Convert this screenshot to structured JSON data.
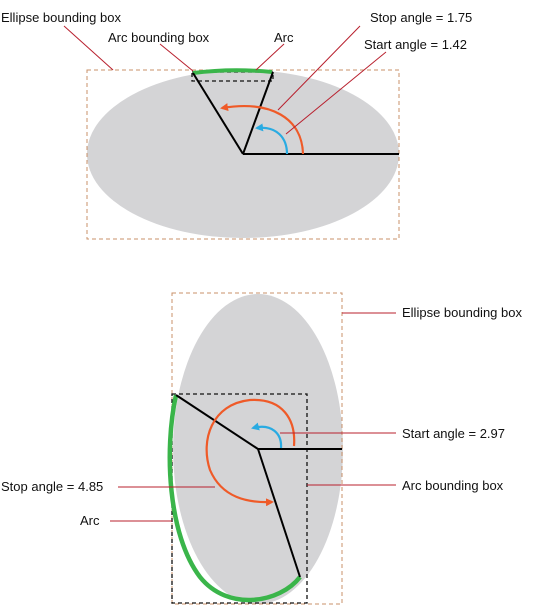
{
  "colors": {
    "ellipse_fill": "#d4d4d6",
    "ellipse_box": "#c9916a",
    "arc_box": "#111111",
    "arc": "#3ab54a",
    "stop_arrow": "#ef5a28",
    "start_arrow": "#29abe2",
    "leader": "#b8202e",
    "radius": "#000000"
  },
  "top_diagram": {
    "ellipse_label": "Ellipse bounding box",
    "arc_box_label": "Arc bounding box",
    "arc_label": "Arc",
    "stop_label": "Stop angle = 1.75",
    "start_label": "Start angle = 1.42"
  },
  "bottom_diagram": {
    "ellipse_label": "Ellipse bounding box",
    "start_label": "Start angle = 2.97",
    "stop_label": "Stop angle = 4.85",
    "arc_box_label": "Arc bounding box",
    "arc_label": "Arc"
  }
}
